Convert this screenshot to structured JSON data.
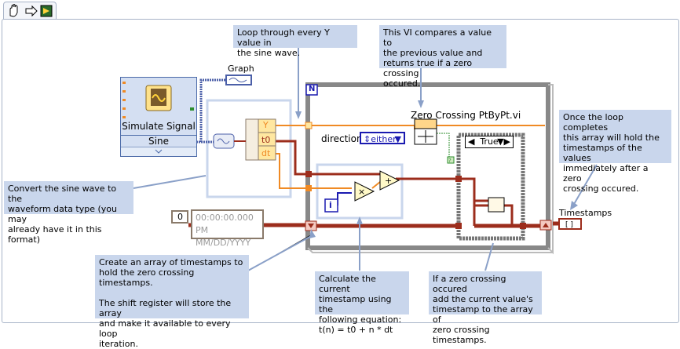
{
  "palette": {
    "icons": [
      "hand-tool-icon",
      "arrow-tool-icon",
      "run-icon"
    ]
  },
  "graph": {
    "label": "Graph"
  },
  "simulate_signal": {
    "label": "Simulate Signal",
    "mode": "Sine"
  },
  "waveform_terminals": {
    "y": "Y",
    "t0": "t0",
    "dt": "dt"
  },
  "loop": {
    "count_terminal": "N",
    "iteration_terminal": "i"
  },
  "zero_crossing": {
    "label": "Zero Crossing PtByPt.vi",
    "direction_label": "direction",
    "direction_value": "either"
  },
  "case": {
    "selector": "True"
  },
  "timestamp_control": {
    "index": "0",
    "time": "00:00:00.000 PM",
    "date": "MM/DD/YYYY"
  },
  "timestamps": {
    "label": "Timestamps"
  },
  "notes": {
    "loop_y": "Loop through every Y value in\nthe sine wave.",
    "compare": "This VI compares a value to\nthe previous value and\nreturns true if a zero crossing\noccured.",
    "once_loop": "Once the loop completes\nthis array will hold the\ntimestamps of the values\nimmediately after a zero\ncrossing occured.",
    "convert": "Convert the sine wave to the\nwaveform data type (you may\nalready have it in this format)",
    "create_array": "Create an array of timestamps to\nhold the zero crossing timestamps.\n\nThe shift register will store the array\nand make it available to every loop\niteration.",
    "calculate": "Calculate the current\ntimestamp using the\nfollowing equation:\nt(n) = t0 + n * dt",
    "if_zero": "If a zero crossing occured\nadd the current value's\ntimestamp to the array of\nzero crossing timestamps."
  },
  "colors": {
    "orange_wire": "#f08a24",
    "timestamp_wire": "#9c2d1c",
    "note_bg": "#c9d6ec",
    "loop_border": "#888888"
  }
}
